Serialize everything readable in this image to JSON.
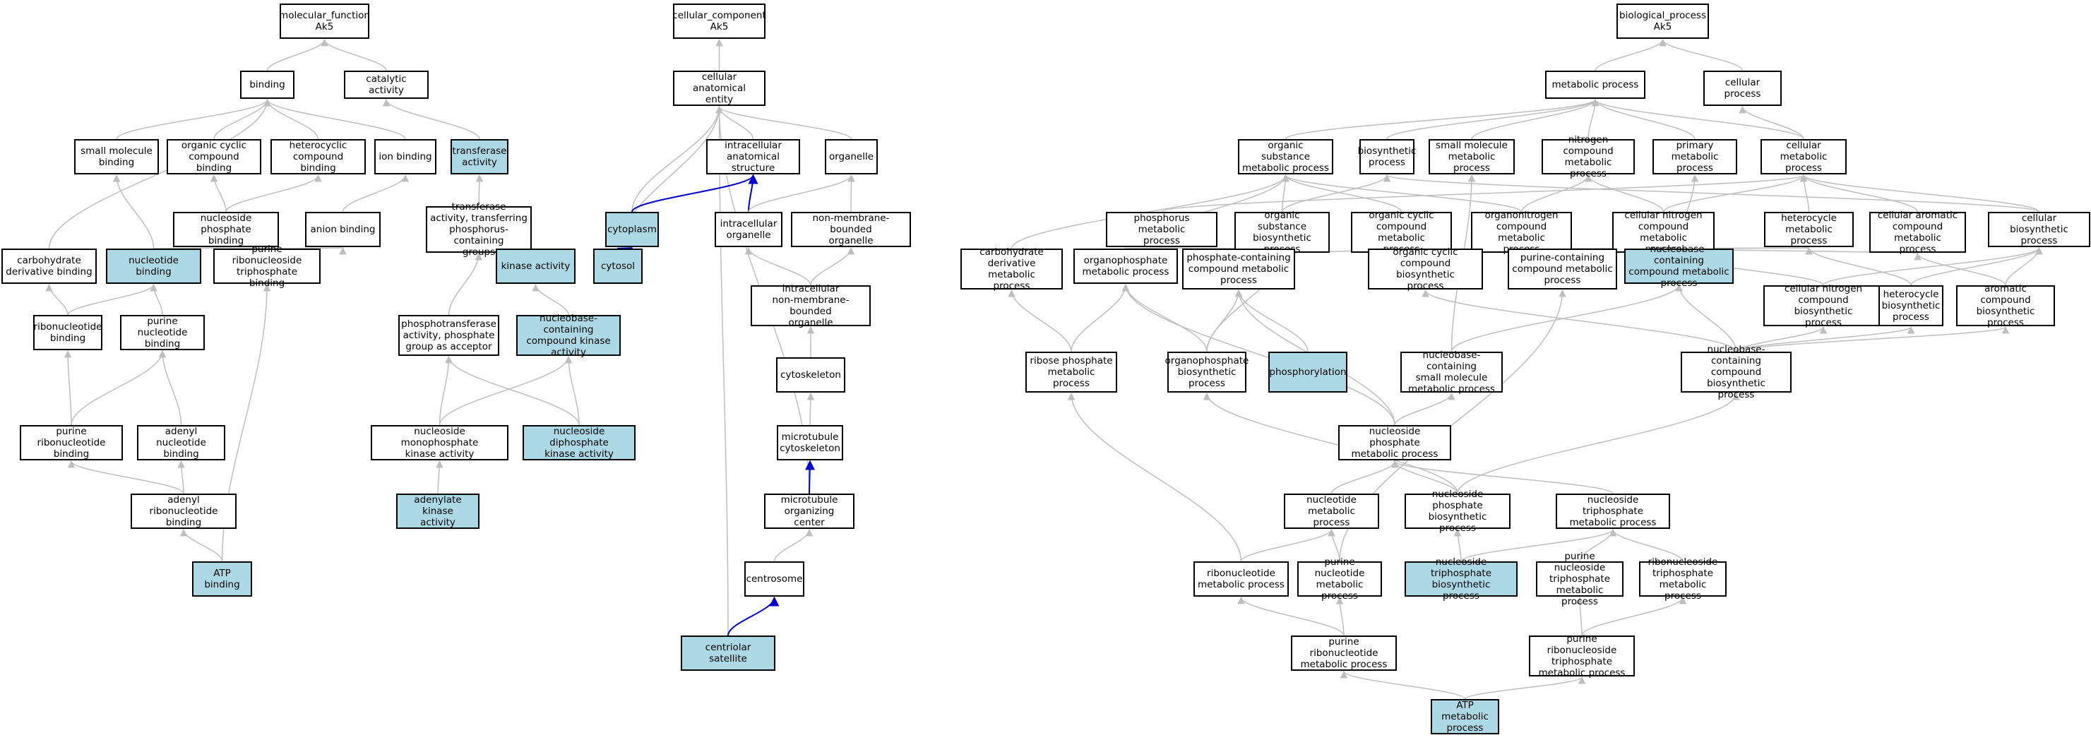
{
  "colors": {
    "highlight_fill": "#add8e6",
    "node_fill": "#ffffff",
    "edge_default": "#bebebe",
    "edge_highlight": "#0000cd",
    "border": "#000000"
  },
  "nodes": [
    {
      "id": "mf_root",
      "label": "molecular_function\nAk5",
      "highlight": false
    },
    {
      "id": "binding",
      "label": "binding",
      "highlight": false
    },
    {
      "id": "catalytic",
      "label": "catalytic activity",
      "highlight": false
    },
    {
      "id": "small_mol_bind",
      "label": "small molecule\nbinding",
      "highlight": false
    },
    {
      "id": "org_cyc_bind",
      "label": "organic cyclic\ncompound binding",
      "highlight": false
    },
    {
      "id": "hetero_bind",
      "label": "heterocyclic\ncompound binding",
      "highlight": false
    },
    {
      "id": "ion_bind",
      "label": "ion binding",
      "highlight": false
    },
    {
      "id": "transferase",
      "label": "transferase\nactivity",
      "highlight": true
    },
    {
      "id": "nuc_phos_bind",
      "label": "nucleoside phosphate\nbinding",
      "highlight": false
    },
    {
      "id": "anion_bind",
      "label": "anion binding",
      "highlight": false
    },
    {
      "id": "transf_phos",
      "label": "transferase\nactivity, transferring\nphosphorus-containing\ngroups",
      "highlight": false
    },
    {
      "id": "carb_deriv_bind",
      "label": "carbohydrate\nderivative binding",
      "highlight": false
    },
    {
      "id": "nucleotide_bind",
      "label": "nucleotide binding",
      "highlight": true
    },
    {
      "id": "pur_ribonucleoside_tp_bind",
      "label": "purine ribonucleoside\ntriphosphate\nbinding",
      "highlight": false
    },
    {
      "id": "kinase",
      "label": "kinase activity",
      "highlight": true
    },
    {
      "id": "ribonucleotide_bind",
      "label": "ribonucleotide\nbinding",
      "highlight": false
    },
    {
      "id": "pur_nucleotide_bind",
      "label": "purine nucleotide\nbinding",
      "highlight": false
    },
    {
      "id": "phosphotransferase",
      "label": "phosphotransferase\nactivity, phosphate\ngroup as acceptor",
      "highlight": false
    },
    {
      "id": "nucbase_kinase",
      "label": "nucleobase-containing\ncompound kinase\nactivity",
      "highlight": true
    },
    {
      "id": "pur_ribonucleotide_bind",
      "label": "purine ribonucleotide\nbinding",
      "highlight": false
    },
    {
      "id": "adenyl_nuc_bind",
      "label": "adenyl nucleotide\nbinding",
      "highlight": false
    },
    {
      "id": "nmp_kinase",
      "label": "nucleoside monophosphate\nkinase activity",
      "highlight": false
    },
    {
      "id": "ndp_kinase",
      "label": "nucleoside diphosphate\nkinase activity",
      "highlight": true
    },
    {
      "id": "adenyl_ribonuc_bind",
      "label": "adenyl ribonucleotide\nbinding",
      "highlight": false
    },
    {
      "id": "adenylate_kinase",
      "label": "adenylate kinase\nactivity",
      "highlight": true
    },
    {
      "id": "atp_bind",
      "label": "ATP binding",
      "highlight": true
    },
    {
      "id": "cc_root",
      "label": "cellular_component\nAk5",
      "highlight": false
    },
    {
      "id": "cell_anat",
      "label": "cellular anatomical\nentity",
      "highlight": false
    },
    {
      "id": "intracell_anat",
      "label": "intracellular\nanatomical structure",
      "highlight": false
    },
    {
      "id": "organelle",
      "label": "organelle",
      "highlight": false
    },
    {
      "id": "cytoplasm",
      "label": "cytoplasm",
      "highlight": true
    },
    {
      "id": "intracell_org",
      "label": "intracellular\norganelle",
      "highlight": false
    },
    {
      "id": "nonmem_org",
      "label": "non-membrane-bounded\norganelle",
      "highlight": false
    },
    {
      "id": "cytosol",
      "label": "cytosol",
      "highlight": true
    },
    {
      "id": "intracell_nonmem_org",
      "label": "intracellular\nnon-membrane-bounded\norganelle",
      "highlight": false
    },
    {
      "id": "cytoskeleton",
      "label": "cytoskeleton",
      "highlight": false
    },
    {
      "id": "mt_cytoskeleton",
      "label": "microtubule\ncytoskeleton",
      "highlight": false
    },
    {
      "id": "mtoc",
      "label": "microtubule\norganizing center",
      "highlight": false
    },
    {
      "id": "centrosome",
      "label": "centrosome",
      "highlight": false
    },
    {
      "id": "centriolar_sat",
      "label": "centriolar satellite",
      "highlight": true
    },
    {
      "id": "bp_root",
      "label": "biological_process\nAk5",
      "highlight": false
    },
    {
      "id": "metabolic",
      "label": "metabolic process",
      "highlight": false
    },
    {
      "id": "cellular_proc",
      "label": "cellular process",
      "highlight": false
    },
    {
      "id": "org_subst_met",
      "label": "organic substance\nmetabolic process",
      "highlight": false
    },
    {
      "id": "biosynthetic",
      "label": "biosynthetic\nprocess",
      "highlight": false
    },
    {
      "id": "small_mol_met",
      "label": "small molecule\nmetabolic process",
      "highlight": false
    },
    {
      "id": "nitrogen_met",
      "label": "nitrogen compound\nmetabolic process",
      "highlight": false
    },
    {
      "id": "primary_met",
      "label": "primary metabolic\nprocess",
      "highlight": false
    },
    {
      "id": "cell_met",
      "label": "cellular metabolic\nprocess",
      "highlight": false
    },
    {
      "id": "phosphorus_met",
      "label": "phosphorus metabolic\nprocess",
      "highlight": false
    },
    {
      "id": "org_subst_bios",
      "label": "organic substance\nbiosynthetic\nprocess",
      "highlight": false
    },
    {
      "id": "org_cyc_met",
      "label": "organic cyclic\ncompound metabolic\nprocess",
      "highlight": false
    },
    {
      "id": "organonitrogen_met",
      "label": "organonitrogen\ncompound metabolic\nprocess",
      "highlight": false
    },
    {
      "id": "cell_nitrogen_met",
      "label": "cellular nitrogen\ncompound metabolic\nprocess",
      "highlight": false
    },
    {
      "id": "heterocycle_met",
      "label": "heterocycle\nmetabolic process",
      "highlight": false
    },
    {
      "id": "cell_arom_met",
      "label": "cellular aromatic\ncompound metabolic\nprocess",
      "highlight": false
    },
    {
      "id": "cell_bios",
      "label": "cellular biosynthetic\nprocess",
      "highlight": false
    },
    {
      "id": "carb_deriv_met",
      "label": "carbohydrate\nderivative metabolic\nprocess",
      "highlight": false
    },
    {
      "id": "organophos_met",
      "label": "organophosphate\nmetabolic process",
      "highlight": false
    },
    {
      "id": "phos_cont_met",
      "label": "phosphate-containing\ncompound metabolic\nprocess",
      "highlight": false
    },
    {
      "id": "org_cyc_bios",
      "label": "organic cyclic\ncompound biosynthetic\nprocess",
      "highlight": false
    },
    {
      "id": "purine_cont_met",
      "label": "purine-containing\ncompound metabolic\nprocess",
      "highlight": false
    },
    {
      "id": "nucbase_met",
      "label": "nucleobase-containing\ncompound metabolic\nprocess",
      "highlight": true
    },
    {
      "id": "cell_nitrogen_bios",
      "label": "cellular nitrogen\ncompound biosynthetic\nprocess",
      "highlight": false
    },
    {
      "id": "heterocycle_bios",
      "label": "heterocycle\nbiosynthetic\nprocess",
      "highlight": false
    },
    {
      "id": "arom_bios",
      "label": "aromatic compound\nbiosynthetic\nprocess",
      "highlight": false
    },
    {
      "id": "ribose_phos_met",
      "label": "ribose phosphate\nmetabolic process",
      "highlight": false
    },
    {
      "id": "organophos_bios",
      "label": "organophosphate\nbiosynthetic\nprocess",
      "highlight": false
    },
    {
      "id": "phosphorylation",
      "label": "phosphorylation",
      "highlight": true
    },
    {
      "id": "nucbase_small_met",
      "label": "nucleobase-containing\nsmall molecule\nmetabolic process",
      "highlight": false
    },
    {
      "id": "nucbase_bios",
      "label": "nucleobase-containing\ncompound biosynthetic\nprocess",
      "highlight": false
    },
    {
      "id": "nuc_phos_met",
      "label": "nucleoside phosphate\nmetabolic process",
      "highlight": false
    },
    {
      "id": "nucleotide_met",
      "label": "nucleotide metabolic\nprocess",
      "highlight": false
    },
    {
      "id": "nuc_phos_bios",
      "label": "nucleoside phosphate\nbiosynthetic\nprocess",
      "highlight": false
    },
    {
      "id": "ntp_met",
      "label": "nucleoside triphosphate\nmetabolic process",
      "highlight": false
    },
    {
      "id": "ribonucleotide_met",
      "label": "ribonucleotide\nmetabolic process",
      "highlight": false
    },
    {
      "id": "pur_nucleotide_met",
      "label": "purine nucleotide\nmetabolic process",
      "highlight": false
    },
    {
      "id": "ntp_bios",
      "label": "nucleoside triphosphate\nbiosynthetic\nprocess",
      "highlight": true
    },
    {
      "id": "pur_ntp_met",
      "label": "purine nucleoside\ntriphosphate\nmetabolic process",
      "highlight": false
    },
    {
      "id": "ribonuc_tp_met",
      "label": "ribonucleoside\ntriphosphate\nmetabolic process",
      "highlight": false
    },
    {
      "id": "pur_ribonucleotide_met",
      "label": "purine ribonucleotide\nmetabolic process",
      "highlight": false
    },
    {
      "id": "pur_ribonucleoside_tp_met",
      "label": "purine ribonucleoside\ntriphosphate\nmetabolic process",
      "highlight": false
    },
    {
      "id": "atp_met",
      "label": "ATP metabolic\nprocess",
      "highlight": true
    }
  ],
  "edges": [
    [
      "binding",
      "mf_root",
      false
    ],
    [
      "catalytic",
      "mf_root",
      false
    ],
    [
      "small_mol_bind",
      "binding",
      false
    ],
    [
      "org_cyc_bind",
      "binding",
      false
    ],
    [
      "hetero_bind",
      "binding",
      false
    ],
    [
      "ion_bind",
      "binding",
      false
    ],
    [
      "carb_deriv_bind",
      "binding",
      false
    ],
    [
      "transferase",
      "catalytic",
      false
    ],
    [
      "nuc_phos_bind",
      "org_cyc_bind",
      false
    ],
    [
      "nuc_phos_bind",
      "hetero_bind",
      false
    ],
    [
      "anion_bind",
      "ion_bind",
      false
    ],
    [
      "transf_phos",
      "transferase",
      false
    ],
    [
      "nucleotide_bind",
      "small_mol_bind",
      false
    ],
    [
      "nucleotide_bind",
      "nuc_phos_bind",
      false
    ],
    [
      "pur_ribonucleoside_tp_bind",
      "nuc_phos_bind",
      false
    ],
    [
      "pur_ribonucleoside_tp_bind",
      "anion_bind",
      false
    ],
    [
      "kinase",
      "transf_phos",
      false
    ],
    [
      "phosphotransferase",
      "transf_phos",
      false
    ],
    [
      "ribonucleotide_bind",
      "carb_deriv_bind",
      false
    ],
    [
      "ribonucleotide_bind",
      "nucleotide_bind",
      false
    ],
    [
      "pur_nucleotide_bind",
      "nucleotide_bind",
      false
    ],
    [
      "nucbase_kinase",
      "kinase",
      false
    ],
    [
      "pur_ribonucleotide_bind",
      "ribonucleotide_bind",
      false
    ],
    [
      "pur_ribonucleotide_bind",
      "pur_nucleotide_bind",
      false
    ],
    [
      "adenyl_nuc_bind",
      "pur_nucleotide_bind",
      false
    ],
    [
      "nmp_kinase",
      "phosphotransferase",
      false
    ],
    [
      "nmp_kinase",
      "nucbase_kinase",
      false
    ],
    [
      "ndp_kinase",
      "phosphotransferase",
      false
    ],
    [
      "ndp_kinase",
      "nucbase_kinase",
      false
    ],
    [
      "adenyl_ribonuc_bind",
      "pur_ribonucleotide_bind",
      false
    ],
    [
      "adenyl_ribonuc_bind",
      "adenyl_nuc_bind",
      false
    ],
    [
      "adenylate_kinase",
      "nmp_kinase",
      false
    ],
    [
      "atp_bind",
      "adenyl_ribonuc_bind",
      false
    ],
    [
      "atp_bind",
      "pur_ribonucleoside_tp_bind",
      false
    ],
    [
      "cell_anat",
      "cc_root",
      false
    ],
    [
      "intracell_anat",
      "cell_anat",
      false
    ],
    [
      "organelle",
      "cell_anat",
      false
    ],
    [
      "cytoplasm",
      "cell_anat",
      false
    ],
    [
      "cytosol",
      "cell_anat",
      false
    ],
    [
      "centriolar_sat",
      "cell_anat",
      false
    ],
    [
      "mtoc",
      "cell_anat",
      false
    ],
    [
      "cytoplasm",
      "intracell_anat",
      true
    ],
    [
      "intracell_org",
      "intracell_anat",
      true
    ],
    [
      "intracell_org",
      "organelle",
      false
    ],
    [
      "nonmem_org",
      "organelle",
      false
    ],
    [
      "cytosol",
      "cytoplasm",
      true
    ],
    [
      "intracell_nonmem_org",
      "intracell_org",
      false
    ],
    [
      "intracell_nonmem_org",
      "nonmem_org",
      false
    ],
    [
      "cytoskeleton",
      "intracell_nonmem_org",
      false
    ],
    [
      "mt_cytoskeleton",
      "cytoskeleton",
      false
    ],
    [
      "mtoc",
      "mt_cytoskeleton",
      true
    ],
    [
      "centrosome",
      "mtoc",
      false
    ],
    [
      "centriolar_sat",
      "centrosome",
      true
    ],
    [
      "metabolic",
      "bp_root",
      false
    ],
    [
      "cellular_proc",
      "bp_root",
      false
    ],
    [
      "org_subst_met",
      "metabolic",
      false
    ],
    [
      "biosynthetic",
      "metabolic",
      false
    ],
    [
      "small_mol_met",
      "metabolic",
      false
    ],
    [
      "nitrogen_met",
      "metabolic",
      false
    ],
    [
      "primary_met",
      "metabolic",
      false
    ],
    [
      "cell_met",
      "metabolic",
      false
    ],
    [
      "cell_met",
      "cellular_proc",
      false
    ],
    [
      "phosphorus_met",
      "cell_met",
      false
    ],
    [
      "org_subst_bios",
      "org_subst_met",
      false
    ],
    [
      "org_subst_bios",
      "biosynthetic",
      false
    ],
    [
      "org_cyc_met",
      "org_subst_met",
      false
    ],
    [
      "organonitrogen_met",
      "org_subst_met",
      false
    ],
    [
      "organonitrogen_met",
      "nitrogen_met",
      false
    ],
    [
      "cell_nitrogen_met",
      "nitrogen_met",
      false
    ],
    [
      "cell_nitrogen_met",
      "cell_met",
      false
    ],
    [
      "heterocycle_met",
      "cell_met",
      false
    ],
    [
      "cell_arom_met",
      "cell_met",
      false
    ],
    [
      "cell_bios",
      "cell_met",
      false
    ],
    [
      "cell_bios",
      "biosynthetic",
      false
    ],
    [
      "carb_deriv_met",
      "org_subst_met",
      false
    ],
    [
      "organophos_met",
      "phosphorus_met",
      false
    ],
    [
      "organophos_met",
      "org_subst_met",
      false
    ],
    [
      "phos_cont_met",
      "phosphorus_met",
      false
    ],
    [
      "org_cyc_bios",
      "org_cyc_met",
      false
    ],
    [
      "org_cyc_bios",
      "org_subst_bios",
      false
    ],
    [
      "purine_cont_met",
      "organonitrogen_met",
      false
    ],
    [
      "purine_cont_met",
      "heterocycle_met",
      false
    ],
    [
      "nucbase_met",
      "org_cyc_met",
      false
    ],
    [
      "nucbase_met",
      "cell_nitrogen_met",
      false
    ],
    [
      "nucbase_met",
      "heterocycle_met",
      false
    ],
    [
      "nucbase_met",
      "cell_arom_met",
      false
    ],
    [
      "nucbase_met",
      "primary_met",
      false
    ],
    [
      "cell_nitrogen_bios",
      "cell_nitrogen_met",
      false
    ],
    [
      "cell_nitrogen_bios",
      "cell_bios",
      false
    ],
    [
      "heterocycle_bios",
      "heterocycle_met",
      false
    ],
    [
      "heterocycle_bios",
      "cell_bios",
      false
    ],
    [
      "arom_bios",
      "cell_arom_met",
      false
    ],
    [
      "arom_bios",
      "cell_bios",
      false
    ],
    [
      "ribose_phos_met",
      "carb_deriv_met",
      false
    ],
    [
      "ribose_phos_met",
      "organophos_met",
      false
    ],
    [
      "organophos_bios",
      "organophos_met",
      false
    ],
    [
      "organophos_bios",
      "phos_cont_met",
      false
    ],
    [
      "organophos_bios",
      "org_subst_bios",
      false
    ],
    [
      "phosphorylation",
      "phos_cont_met",
      false
    ],
    [
      "nucbase_small_met",
      "nucbase_met",
      false
    ],
    [
      "nucbase_small_met",
      "small_mol_met",
      false
    ],
    [
      "nucbase_bios",
      "nucbase_met",
      false
    ],
    [
      "nucbase_bios",
      "org_cyc_bios",
      false
    ],
    [
      "nucbase_bios",
      "cell_nitrogen_bios",
      false
    ],
    [
      "nucbase_bios",
      "heterocycle_bios",
      false
    ],
    [
      "nucbase_bios",
      "arom_bios",
      false
    ],
    [
      "nuc_phos_met",
      "nucbase_small_met",
      false
    ],
    [
      "nuc_phos_met",
      "organophos_met",
      false
    ],
    [
      "nuc_phos_met",
      "phos_cont_met",
      false
    ],
    [
      "nucleotide_met",
      "nuc_phos_met",
      false
    ],
    [
      "nuc_phos_bios",
      "nuc_phos_met",
      false
    ],
    [
      "nuc_phos_bios",
      "nucbase_bios",
      false
    ],
    [
      "nuc_phos_bios",
      "organophos_bios",
      false
    ],
    [
      "ntp_met",
      "nuc_phos_met",
      false
    ],
    [
      "ribonucleotide_met",
      "nucleotide_met",
      false
    ],
    [
      "ribonucleotide_met",
      "ribose_phos_met",
      false
    ],
    [
      "pur_nucleotide_met",
      "nucleotide_met",
      false
    ],
    [
      "pur_nucleotide_met",
      "purine_cont_met",
      false
    ],
    [
      "ntp_bios",
      "ntp_met",
      false
    ],
    [
      "ntp_bios",
      "nuc_phos_bios",
      false
    ],
    [
      "pur_ntp_met",
      "ntp_met",
      false
    ],
    [
      "ribonuc_tp_met",
      "ntp_met",
      false
    ],
    [
      "pur_ribonucleotide_met",
      "ribonucleotide_met",
      false
    ],
    [
      "pur_ribonucleotide_met",
      "pur_nucleotide_met",
      false
    ],
    [
      "pur_ribonucleoside_tp_met",
      "pur_ntp_met",
      false
    ],
    [
      "pur_ribonucleoside_tp_met",
      "ribonuc_tp_met",
      false
    ],
    [
      "atp_met",
      "pur_ribonucleotide_met",
      false
    ],
    [
      "atp_met",
      "pur_ribonucleoside_tp_met",
      false
    ]
  ]
}
